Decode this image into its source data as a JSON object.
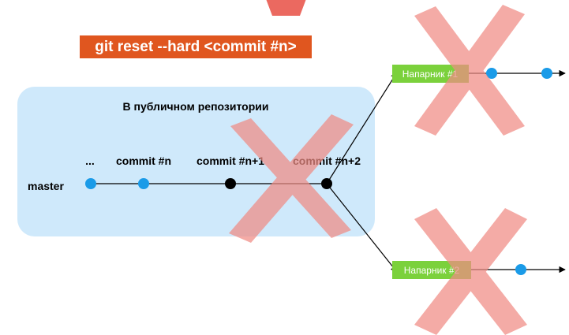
{
  "command": "git reset --hard <commit #n>",
  "public_repo": {
    "label": "В публичном репозитории",
    "branch": "master",
    "commits": [
      {
        "label": "...",
        "state": "kept"
      },
      {
        "label": "commit #n",
        "state": "kept"
      },
      {
        "label": "commit #n+1",
        "state": "removed"
      },
      {
        "label": "commit #n+2",
        "state": "removed"
      }
    ]
  },
  "partners": [
    {
      "label": "Напарник #1",
      "commits": 2
    },
    {
      "label": "Напарник #2",
      "commits": 1
    }
  ],
  "colors": {
    "command_bg": "#e0561f",
    "repo_box": "#cfe9fb",
    "commit_kept": "#1a9be8",
    "commit_removed": "#000000",
    "partner_label": "#7bd13c",
    "cross": "#f08c84"
  }
}
